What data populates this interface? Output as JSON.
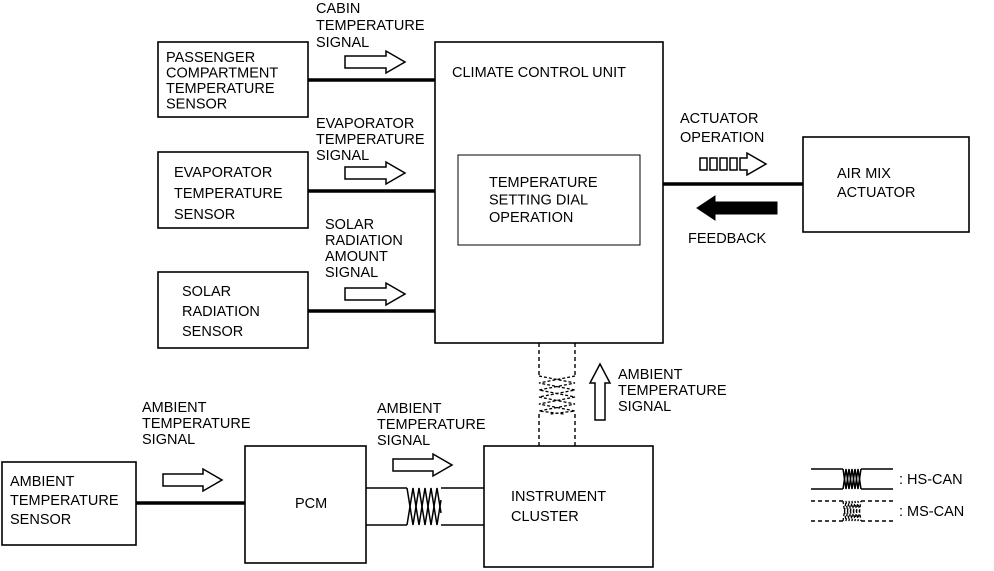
{
  "boxes": {
    "passenger_sensor": [
      "PASSENGER",
      "COMPARTMENT",
      "TEMPERATURE",
      "SENSOR"
    ],
    "evaporator_sensor": [
      "EVAPORATOR",
      "TEMPERATURE",
      "SENSOR"
    ],
    "solar_sensor": [
      "SOLAR",
      "RADIATION",
      "SENSOR"
    ],
    "climate_control_unit": [
      "CLIMATE CONTROL UNIT"
    ],
    "temperature_setting_dial": [
      "TEMPERATURE",
      "SETTING DIAL",
      "OPERATION"
    ],
    "air_mix_actuator": [
      "AIR MIX",
      "ACTUATOR"
    ],
    "ambient_sensor": [
      "AMBIENT",
      "TEMPERATURE",
      "SENSOR"
    ],
    "pcm": [
      "PCM"
    ],
    "instrument_cluster": [
      "INSTRUMENT",
      "CLUSTER"
    ]
  },
  "signals": {
    "cabin_temperature": [
      "CABIN",
      "TEMPERATURE",
      "SIGNAL"
    ],
    "evaporator_temperature": [
      "EVAPORATOR",
      "TEMPERATURE",
      "SIGNAL"
    ],
    "solar_radiation_amount": [
      "SOLAR",
      "RADIATION",
      "AMOUNT",
      "SIGNAL"
    ],
    "actuator_operation": [
      "ACTUATOR",
      "OPERATION"
    ],
    "feedback": [
      "FEEDBACK"
    ],
    "ambient_to_ccu": [
      "AMBIENT",
      "TEMPERATURE",
      "SIGNAL"
    ],
    "ambient_to_pcm": [
      "AMBIENT",
      "TEMPERATURE",
      "SIGNAL"
    ],
    "ambient_to_cluster": [
      "AMBIENT",
      "TEMPERATURE",
      "SIGNAL"
    ]
  },
  "legend": {
    "hs_can": ": HS-CAN",
    "ms_can": ": MS-CAN"
  }
}
